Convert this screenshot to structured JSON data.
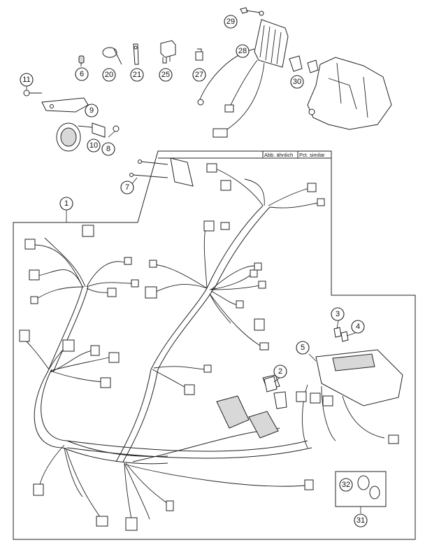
{
  "tag": {
    "left": "Abb. ähnlich",
    "right": "Pct. similar"
  },
  "callouts": [
    "1",
    "2",
    "3",
    "4",
    "5",
    "6",
    "7",
    "8",
    "9",
    "10",
    "11",
    "20",
    "21",
    "25",
    "27",
    "28",
    "29",
    "30",
    "31",
    "32"
  ]
}
